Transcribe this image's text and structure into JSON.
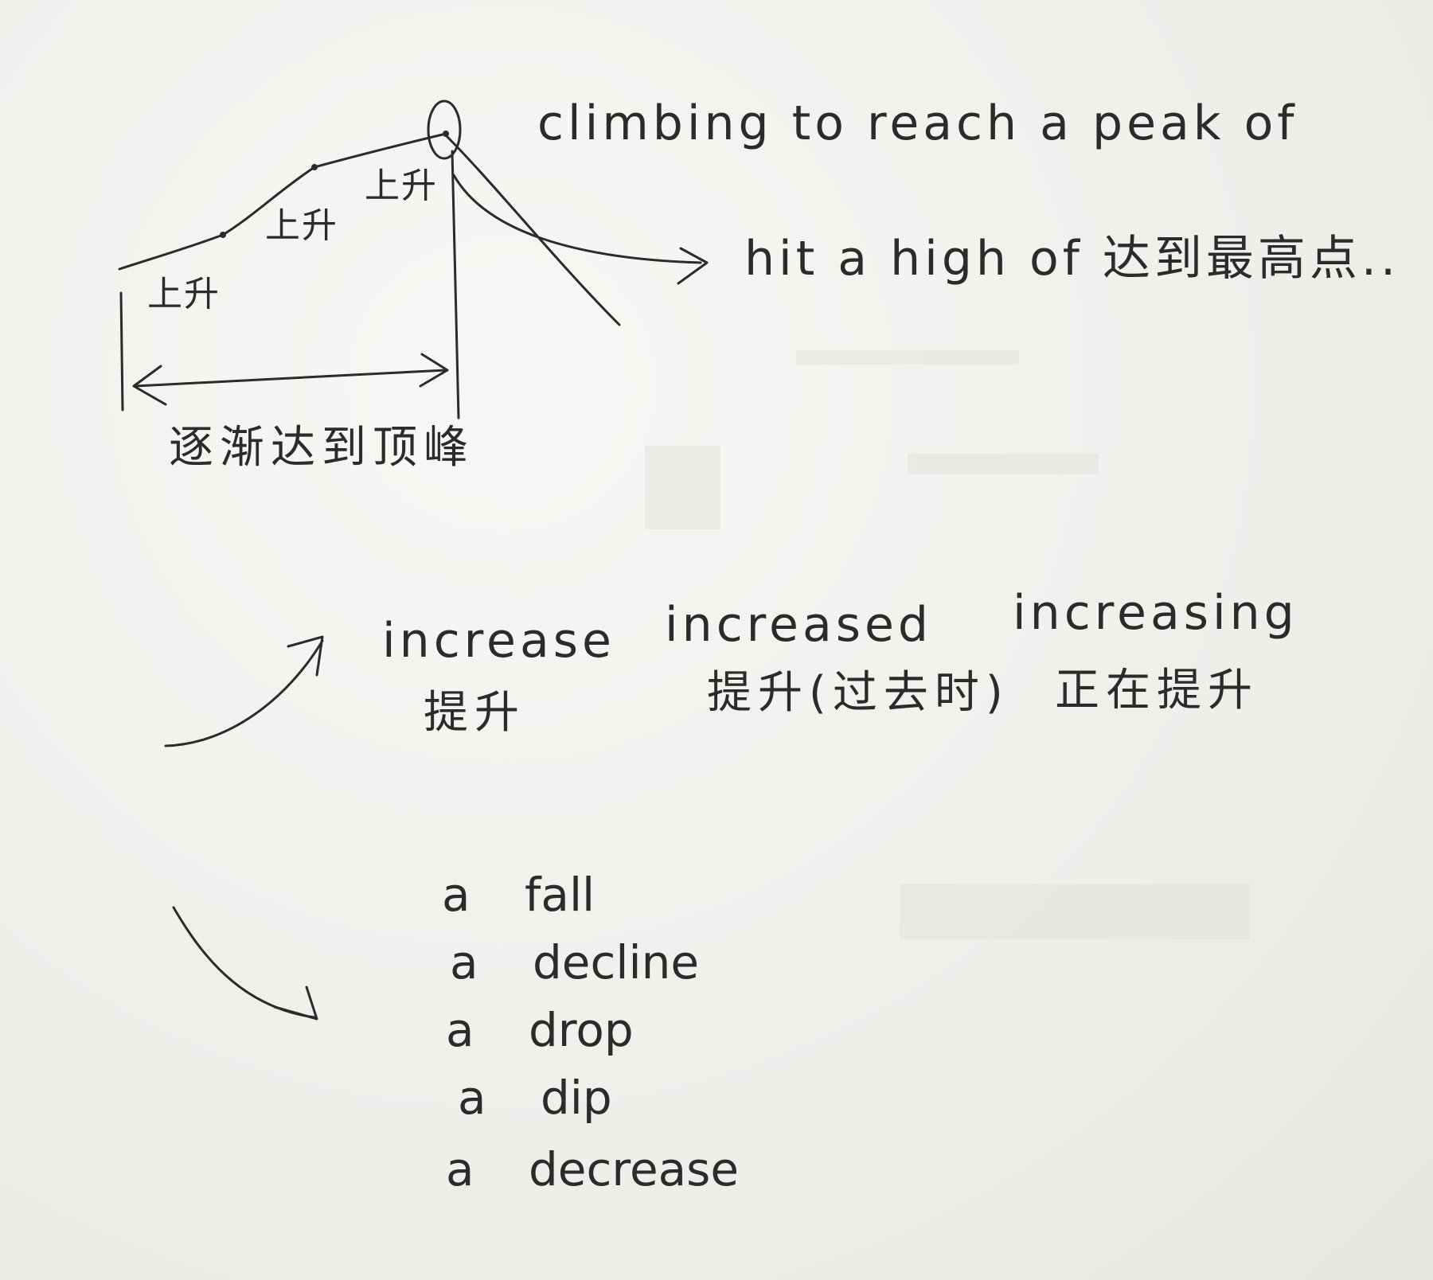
{
  "diagram": {
    "segment_labels": [
      "上升",
      "上升",
      "上升"
    ],
    "bottom_label": "逐渐达到顶峰",
    "peak_phrase": "climbing to reach a peak of",
    "high_phrase": "hit a high of 达到最高点.."
  },
  "increase_forms": [
    {
      "word": "increase",
      "meaning": "提升"
    },
    {
      "word": "increased",
      "meaning": "提升(过去时)"
    },
    {
      "word": "increasing",
      "meaning": "正在提升"
    }
  ],
  "decrease_nouns": [
    {
      "article": "a",
      "word": "fall"
    },
    {
      "article": "a",
      "word": "decline"
    },
    {
      "article": "a",
      "word": "drop"
    },
    {
      "article": "a",
      "word": "dip"
    },
    {
      "article": "a",
      "word": "decrease"
    }
  ],
  "colors": {
    "ink": "#2b2b2b",
    "paper": "#f1f1ef"
  }
}
